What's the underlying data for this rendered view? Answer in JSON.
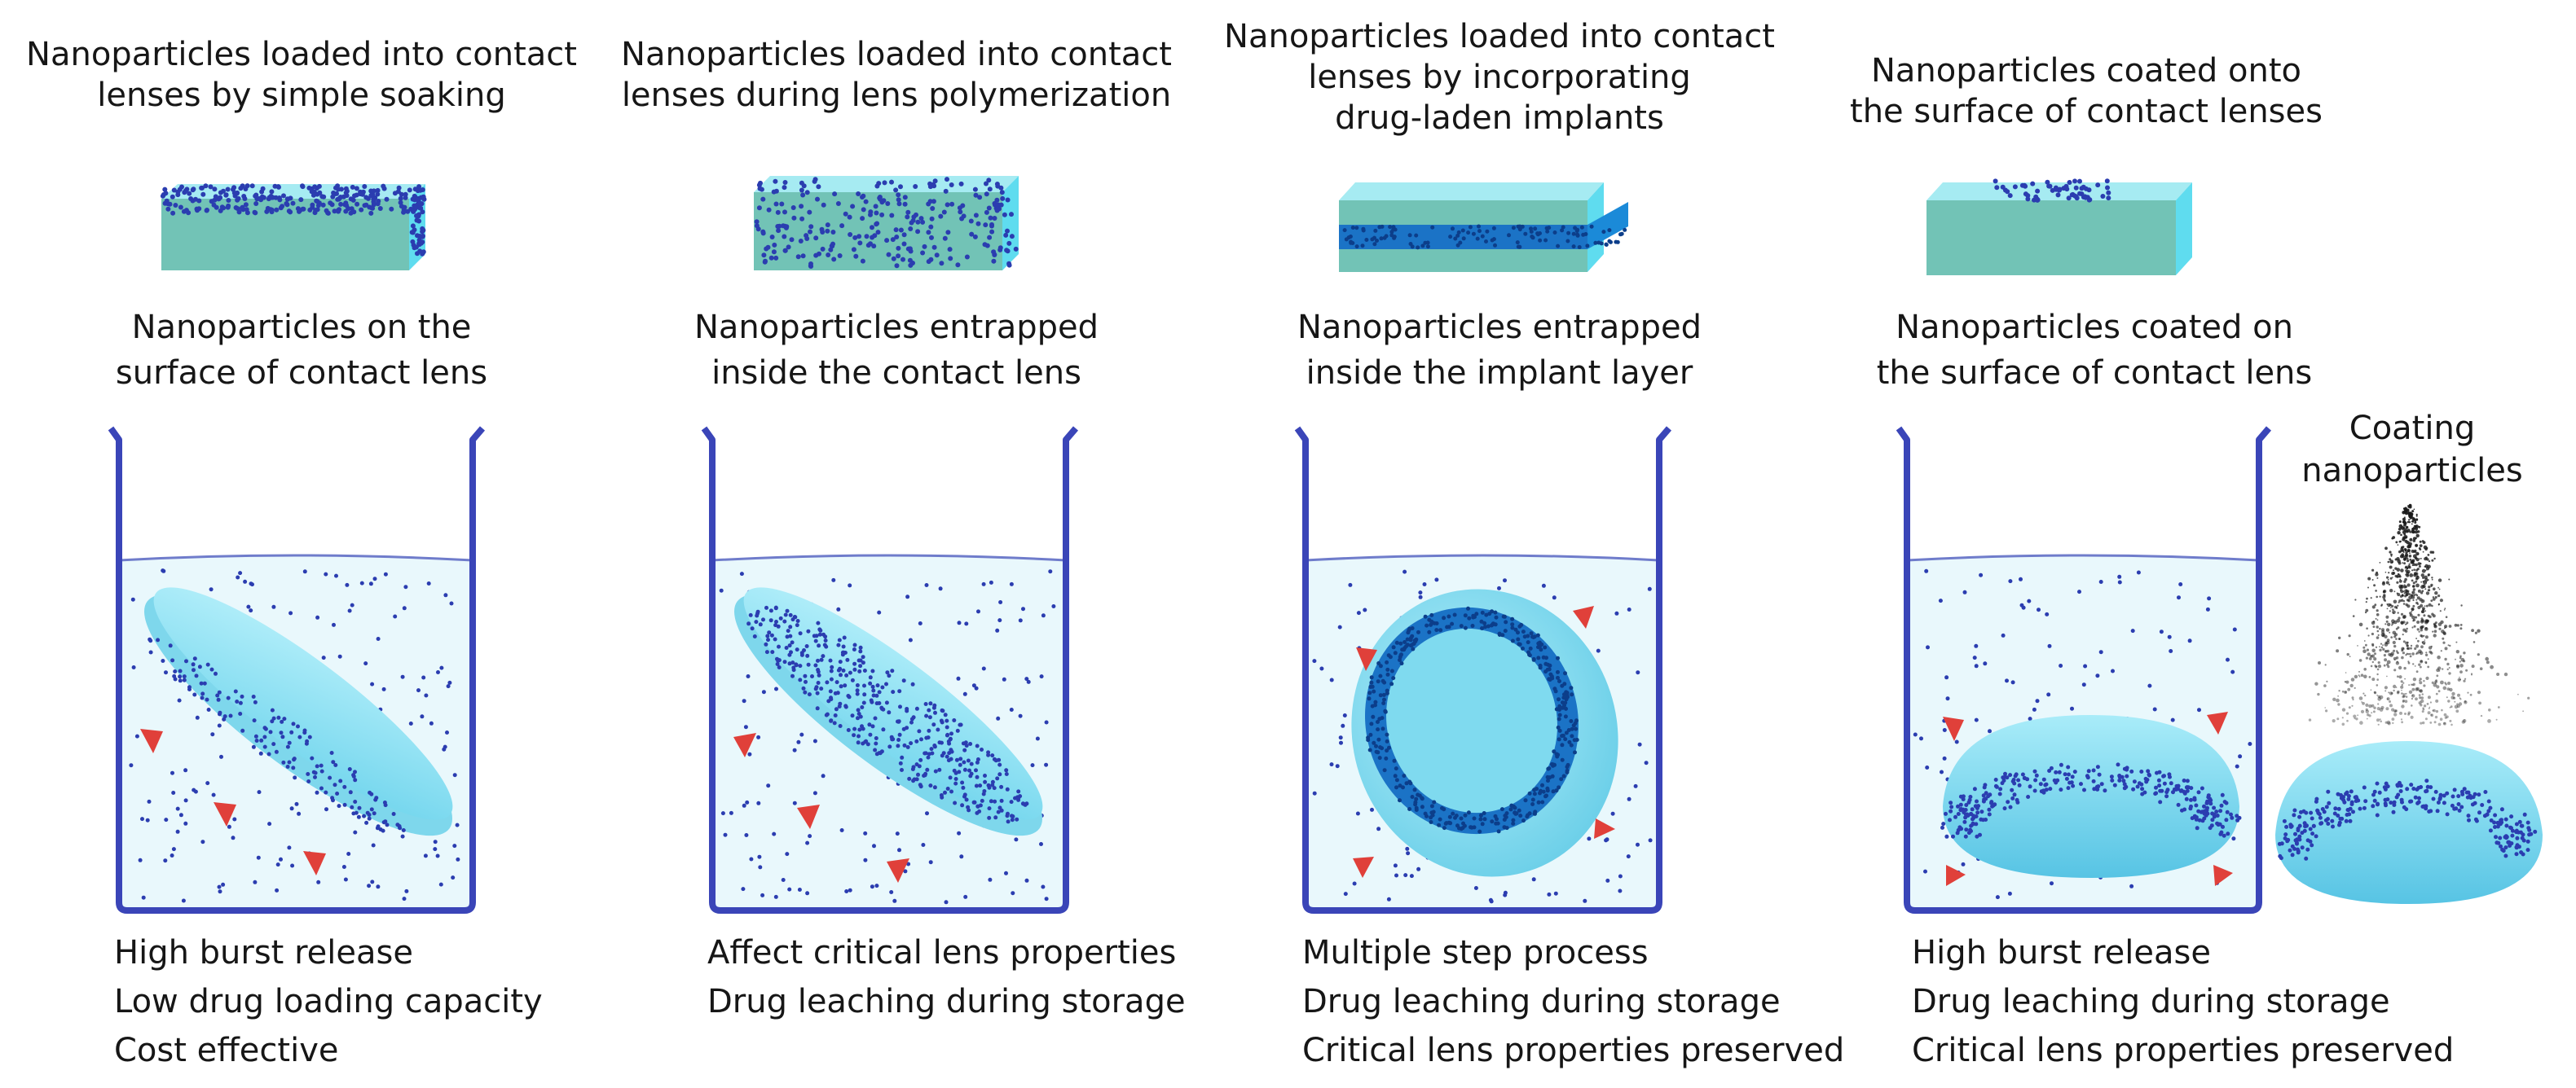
{
  "panels": [
    {
      "title": [
        "Nanoparticles loaded into contact",
        "lenses by simple soaking"
      ],
      "subtitle": [
        "Nanoparticles on the",
        "surface of contact lens"
      ],
      "notes": [
        "High burst release",
        "Low drug loading capacity",
        "Cost effective"
      ]
    },
    {
      "title": [
        "Nanoparticles loaded into contact",
        "lenses during lens polymerization"
      ],
      "subtitle": [
        "Nanoparticles entrapped",
        "inside the contact lens"
      ],
      "notes": [
        "Affect critical lens properties",
        "Drug leaching during storage"
      ]
    },
    {
      "title": [
        "Nanoparticles loaded into contact",
        "lenses by incorporating",
        "drug-laden implants"
      ],
      "subtitle": [
        "Nanoparticles entrapped",
        "inside the implant layer"
      ],
      "notes": [
        "Multiple step process",
        "Drug leaching during storage",
        "Critical lens properties preserved"
      ]
    },
    {
      "title": [
        "Nanoparticles coated onto",
        "the surface of contact lenses"
      ],
      "subtitle": [
        "Nanoparticles coated on",
        "the surface of contact lens"
      ],
      "notes": [
        "High burst release",
        "Drug leaching during storage",
        "Critical lens properties preserved"
      ]
    }
  ],
  "coating_label": [
    "Coating",
    "nanoparticles"
  ],
  "colors": {
    "block_front": "#72c3b6",
    "block_top": "#a6ebf2",
    "block_side": "#5fdcef",
    "beaker": "#3a45b8",
    "solution": "#e9f8fc",
    "dot": "#2b3db0",
    "drug": "#e0403a",
    "lens": "#8adff2",
    "implant": "#1b73c6"
  }
}
